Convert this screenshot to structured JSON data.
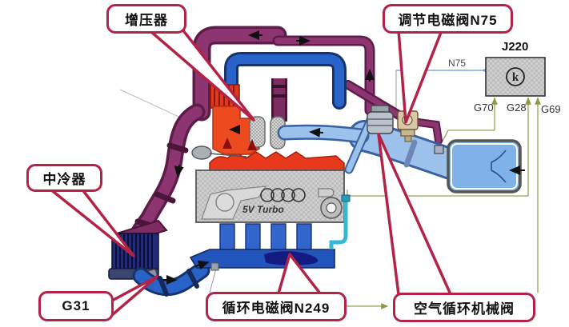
{
  "title": "Turbocharger boost control system diagram",
  "callouts": {
    "turbocharger": "增压器",
    "n75_valve": "调节电磁阀N75",
    "intercooler": "中冷器",
    "g31": "G31",
    "n249_valve": "循环电磁阀N249",
    "air_recirc_valve": "空气循环机械阀"
  },
  "wiring": {
    "ecu_label": "J220",
    "ecu_symbol": "k",
    "n75_wire": "N75",
    "g70": "G70",
    "g28": "G28",
    "g69": "G69"
  },
  "engine_badge": "5V Turbo",
  "colors": {
    "callout_accent": "#b22347",
    "hot_pipe_purple": "#8c3570",
    "charge_pipe_blue": "#2a63c8",
    "suction_pipe_light_blue": "#9cc2ec",
    "turbo_red": "#ee4a20",
    "manifold_navy": "#2255bb",
    "n249_dark_navy": "#141a80",
    "wire_olive": "#8a9a45",
    "wire_blue": "#7aa7e0",
    "cyan_hose": "#35b8d8",
    "airbox_blue": "#7fb2e8"
  }
}
